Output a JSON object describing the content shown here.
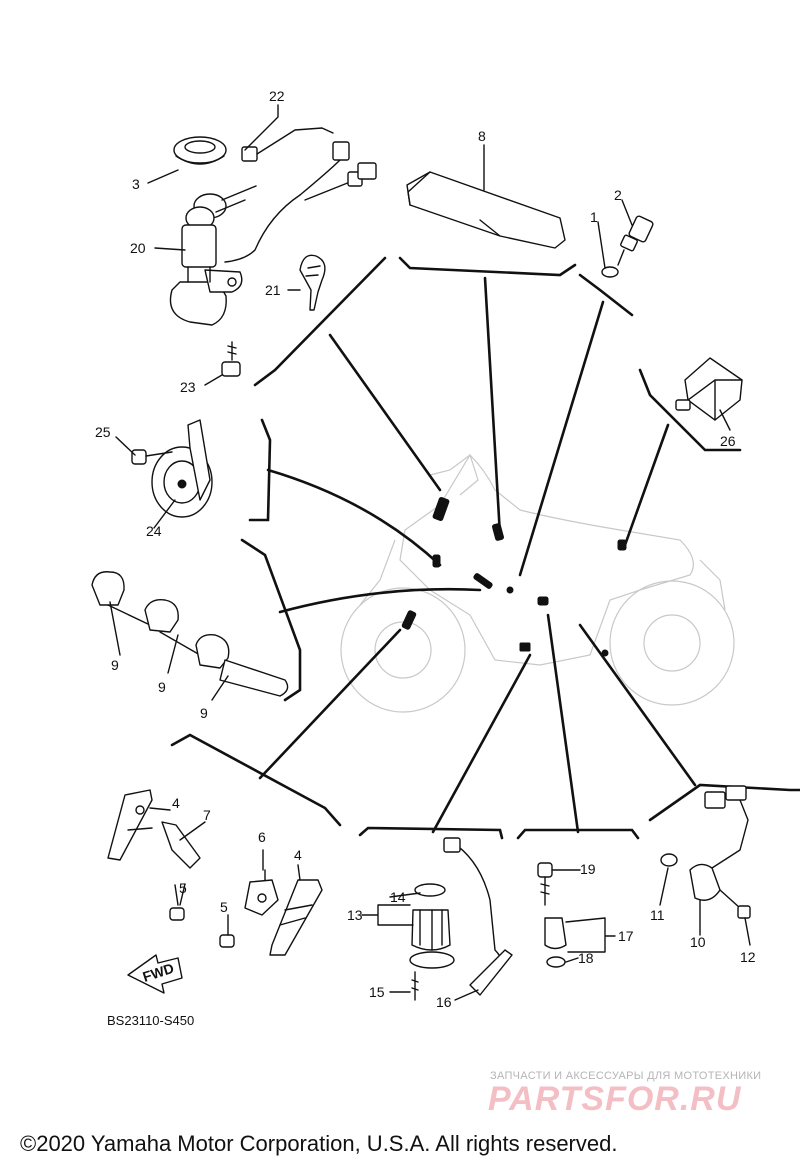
{
  "diagram": {
    "callouts": [
      {
        "id": "c1",
        "label": "1"
      },
      {
        "id": "c2",
        "label": "2"
      },
      {
        "id": "c3",
        "label": "3"
      },
      {
        "id": "c4a",
        "label": "4"
      },
      {
        "id": "c4b",
        "label": "4"
      },
      {
        "id": "c5a",
        "label": "5"
      },
      {
        "id": "c5b",
        "label": "5"
      },
      {
        "id": "c6",
        "label": "6"
      },
      {
        "id": "c7",
        "label": "7"
      },
      {
        "id": "c8",
        "label": "8"
      },
      {
        "id": "c9a",
        "label": "9"
      },
      {
        "id": "c9b",
        "label": "9"
      },
      {
        "id": "c9c",
        "label": "9"
      },
      {
        "id": "c10",
        "label": "10"
      },
      {
        "id": "c11",
        "label": "11"
      },
      {
        "id": "c12",
        "label": "12"
      },
      {
        "id": "c13",
        "label": "13"
      },
      {
        "id": "c14",
        "label": "14"
      },
      {
        "id": "c15",
        "label": "15"
      },
      {
        "id": "c16",
        "label": "16"
      },
      {
        "id": "c17",
        "label": "17"
      },
      {
        "id": "c18",
        "label": "18"
      },
      {
        "id": "c19",
        "label": "19"
      },
      {
        "id": "c20",
        "label": "20"
      },
      {
        "id": "c21",
        "label": "21"
      },
      {
        "id": "c22",
        "label": "22"
      },
      {
        "id": "c23",
        "label": "23"
      },
      {
        "id": "c24",
        "label": "24"
      },
      {
        "id": "c25",
        "label": "25"
      },
      {
        "id": "c26",
        "label": "26"
      }
    ],
    "fwd_label": "FWD",
    "diagram_code": "BS23110-S450"
  },
  "watermark": {
    "tagline": "ЗАПЧАСТИ И АКСЕССУАРЫ ДЛЯ МОТОТЕХНИКИ",
    "brand": "PARTSFOR.RU"
  },
  "footer": {
    "copyright": "©2020 Yamaha Motor Corporation, U.S.A. All rights reserved."
  },
  "colors": {
    "ink": "#111111",
    "watermark": "#dc4655"
  }
}
